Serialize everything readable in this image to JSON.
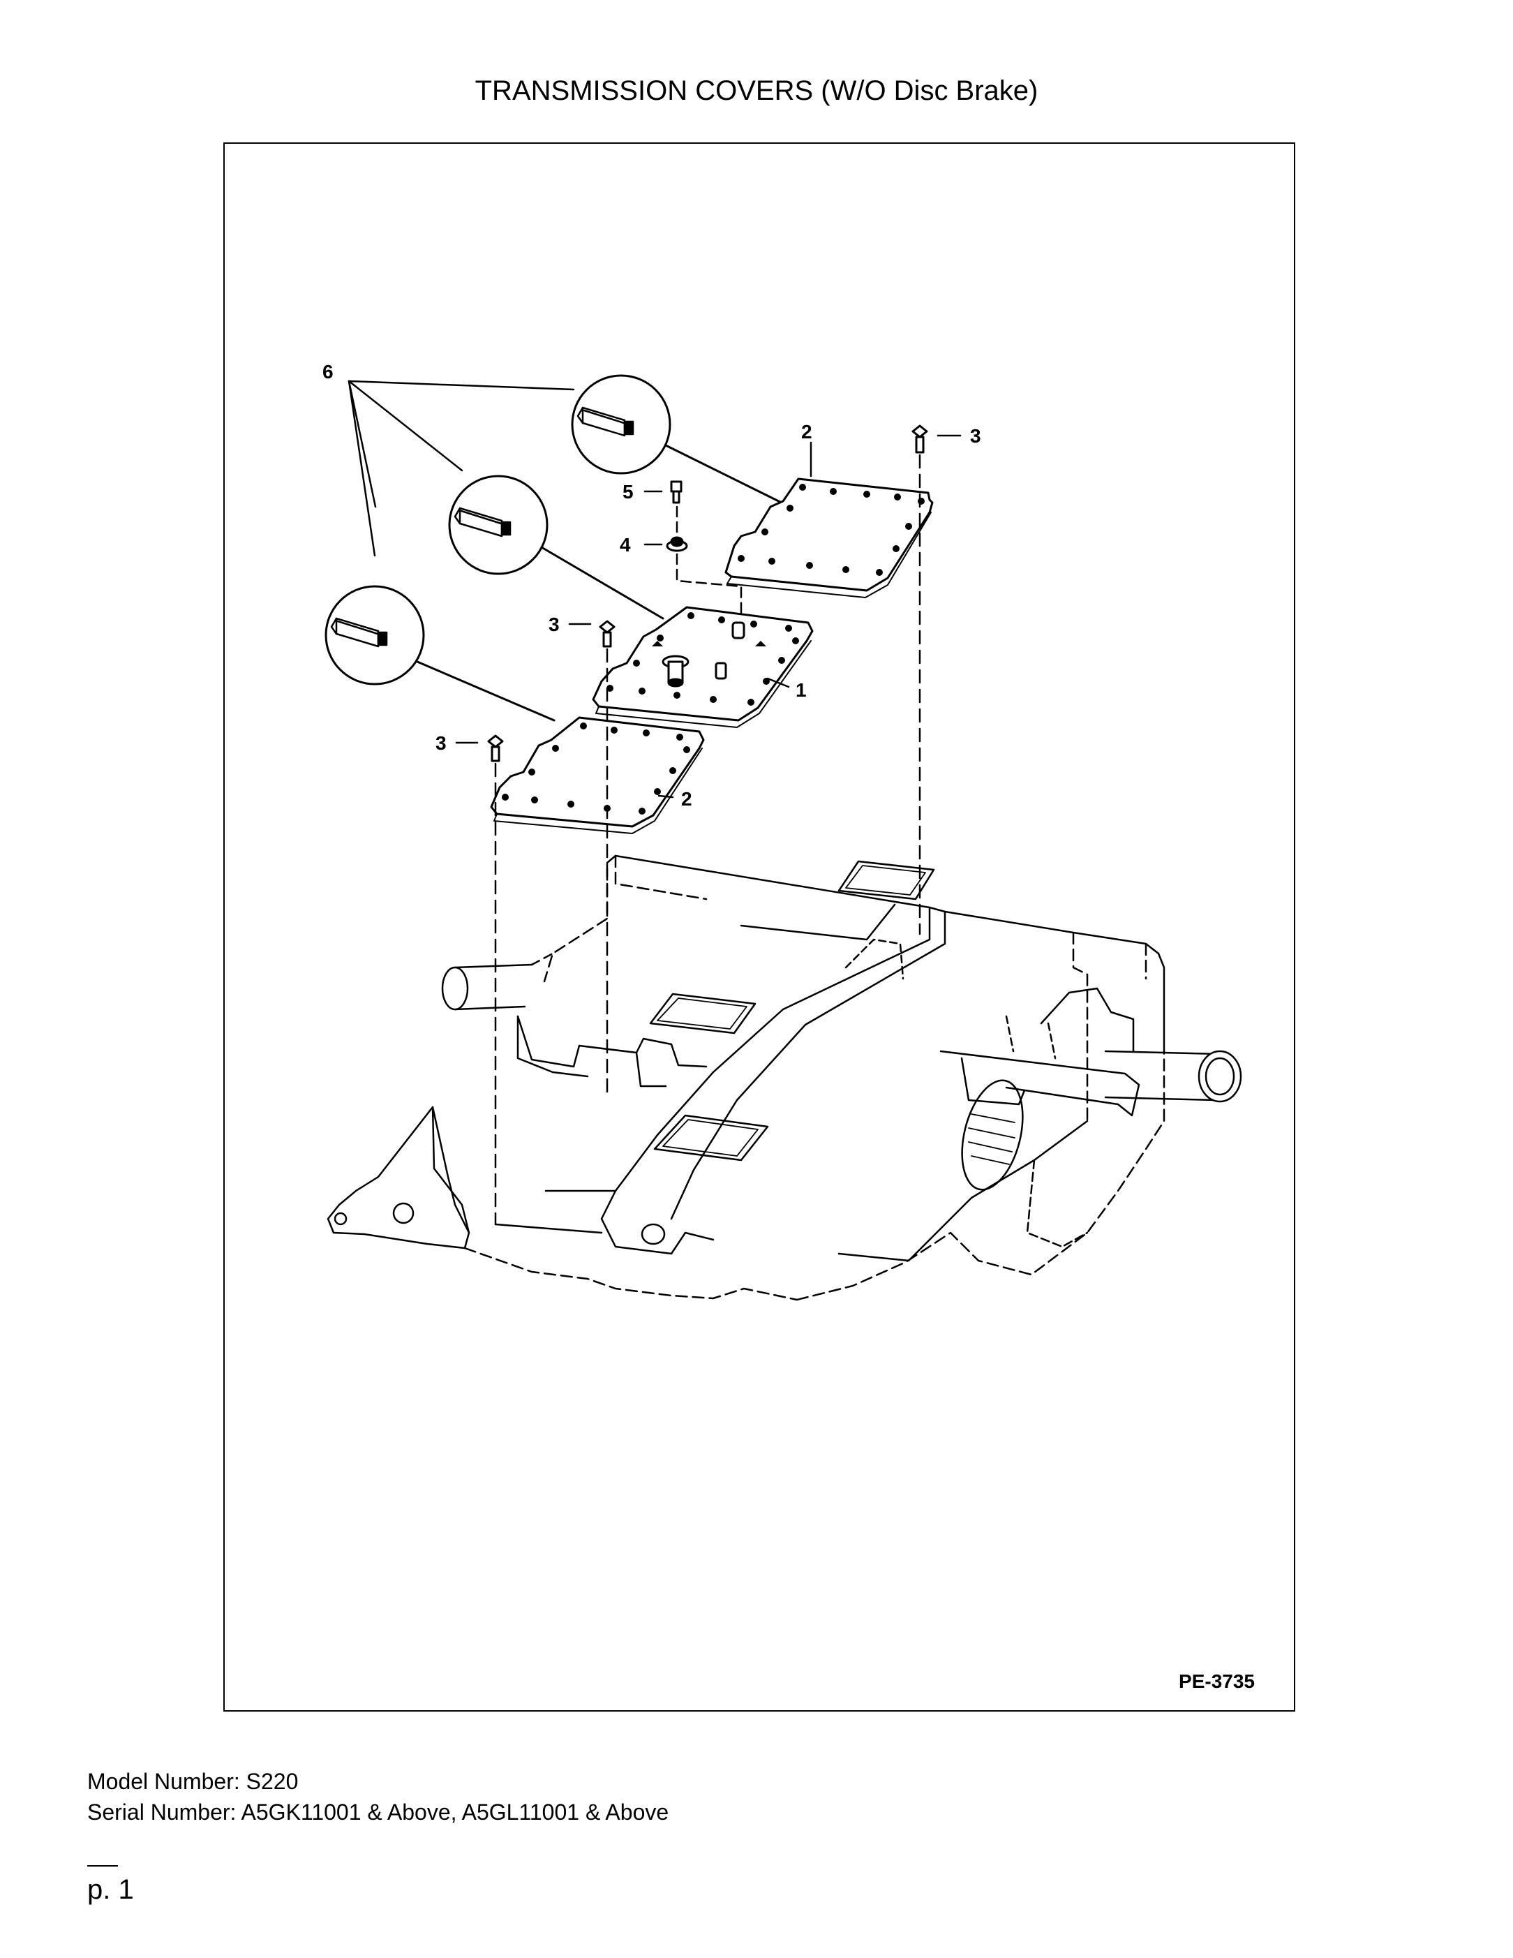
{
  "page": {
    "title": "TRANSMISSION COVERS (W/O Disc Brake)",
    "drawing_id": "PE-3735",
    "model_line": "Model Number: S220",
    "serial_line": "Serial Number: A5GK11001 & Above, A5GL11001 & Above",
    "page_label": "p. 1"
  },
  "callouts": {
    "c1": "1",
    "c2_top": "2",
    "c2_bottom": "2",
    "c3_top": "3",
    "c3_mid": "3",
    "c3_low": "3",
    "c4": "4",
    "c5": "5",
    "c6": "6"
  },
  "icons": {
    "sealant": "sealant-tube-icon"
  }
}
